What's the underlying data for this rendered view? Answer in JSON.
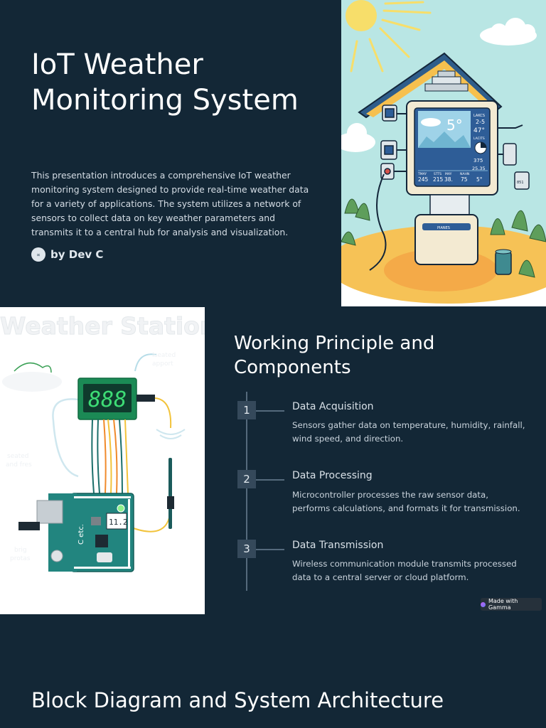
{
  "slide1": {
    "title": "IoT Weather Monitoring System",
    "intro": "This presentation introduces a comprehensive IoT weather monitoring system designed to provide real-time weather data for a variety of applications. The system utilizes a network of sensors to collect data on key weather parameters and transmits it to a central hub for analysis and visualization.",
    "author": "by Dev C",
    "avatar_icon": "avatar-icon",
    "hero": {
      "screen_big": "5°",
      "screen_r1": "2-5",
      "screen_r2": "47°",
      "screen_small1": "LAKCS",
      "screen_small2": "LACITS",
      "screen_v1": "375",
      "screen_v2": "25.35",
      "bottom_labels": [
        "TMAY",
        "STTS",
        "MAY",
        "NAHN"
      ],
      "bottom_values": [
        "245",
        "215",
        "38.",
        "75",
        "5°"
      ],
      "box_label": "PIANES",
      "tag": "851"
    }
  },
  "slide2": {
    "title": "Working Principle and Components",
    "board_image": {
      "title": "Weather Station",
      "display": "888",
      "label_left": "seated and fres",
      "label_right": "Iseated apport",
      "label_bottom": "brig protas",
      "chip_text": "11.2"
    },
    "steps": [
      {
        "num": "1",
        "title": "Data Acquisition",
        "desc": "Sensors gather data on temperature, humidity, rainfall, wind speed, and direction."
      },
      {
        "num": "2",
        "title": "Data Processing",
        "desc": "Microcontroller processes the raw sensor data, performs calculations, and formats it for transmission."
      },
      {
        "num": "3",
        "title": "Data Transmission",
        "desc": "Wireless communication module transmits processed data to a central server or cloud platform."
      }
    ],
    "badge": "Made with Gamma"
  },
  "slide3": {
    "title": "Block Diagram and System Architecture"
  },
  "colors": {
    "background": "#132736",
    "text": "#ffffff",
    "step_box": "#35495b",
    "badge": "#26313b"
  }
}
